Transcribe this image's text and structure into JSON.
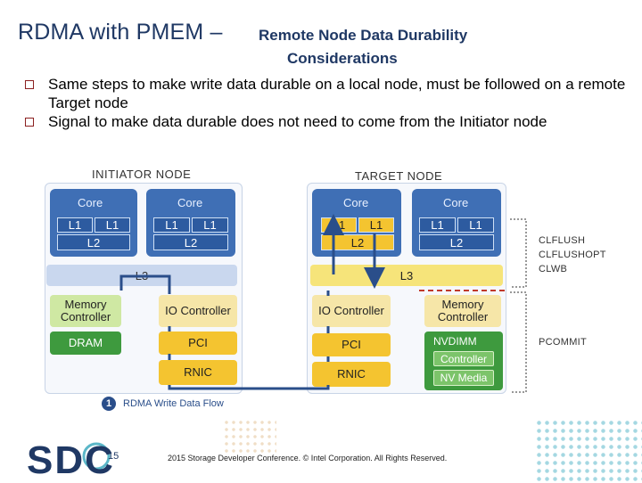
{
  "title": {
    "main": "RDMA with PMEM –",
    "sub_line1": "Remote Node Data Durability",
    "sub_line2": "Considerations"
  },
  "bullets": [
    "Same steps to make write data durable on a local node, must be followed on a remote Target node",
    "Signal to make data durable does not need to come from the Initiator node"
  ],
  "diagram": {
    "initiator_label": "INITIATOR NODE",
    "target_label": "TARGET NODE",
    "core_label": "Core",
    "l1_label": "L1",
    "l2_label": "L2",
    "l3_label": "L3",
    "initiator": {
      "mem_ctrl": "Memory Controller",
      "io_ctrl": "IO Controller",
      "dram": "DRAM",
      "pci": "PCI",
      "rnic": "RNIC"
    },
    "target": {
      "io_ctrl": "IO Controller",
      "mem_ctrl": "Memory Controller",
      "nvdimm": "NVDIMM",
      "controller": "Controller",
      "nv_media": "NV Media",
      "pci": "PCI",
      "rnic": "RNIC"
    },
    "side_top": [
      "CLFLUSH",
      "CLFLUSHOPT",
      "CLWB"
    ],
    "side_bottom": "PCOMMIT",
    "flow_number": "1",
    "flow_label": "RDMA Write Data Flow",
    "colors": {
      "core_blue": "#3f6fb5",
      "yellow": "#f4c430",
      "green": "#3e9a3e",
      "flow_line": "#2a4e8a"
    }
  },
  "footer": {
    "logo": "SDC",
    "page_number": "15",
    "copyright": "2015 Storage Developer Conference. © Intel Corporation.  All Rights Reserved."
  }
}
